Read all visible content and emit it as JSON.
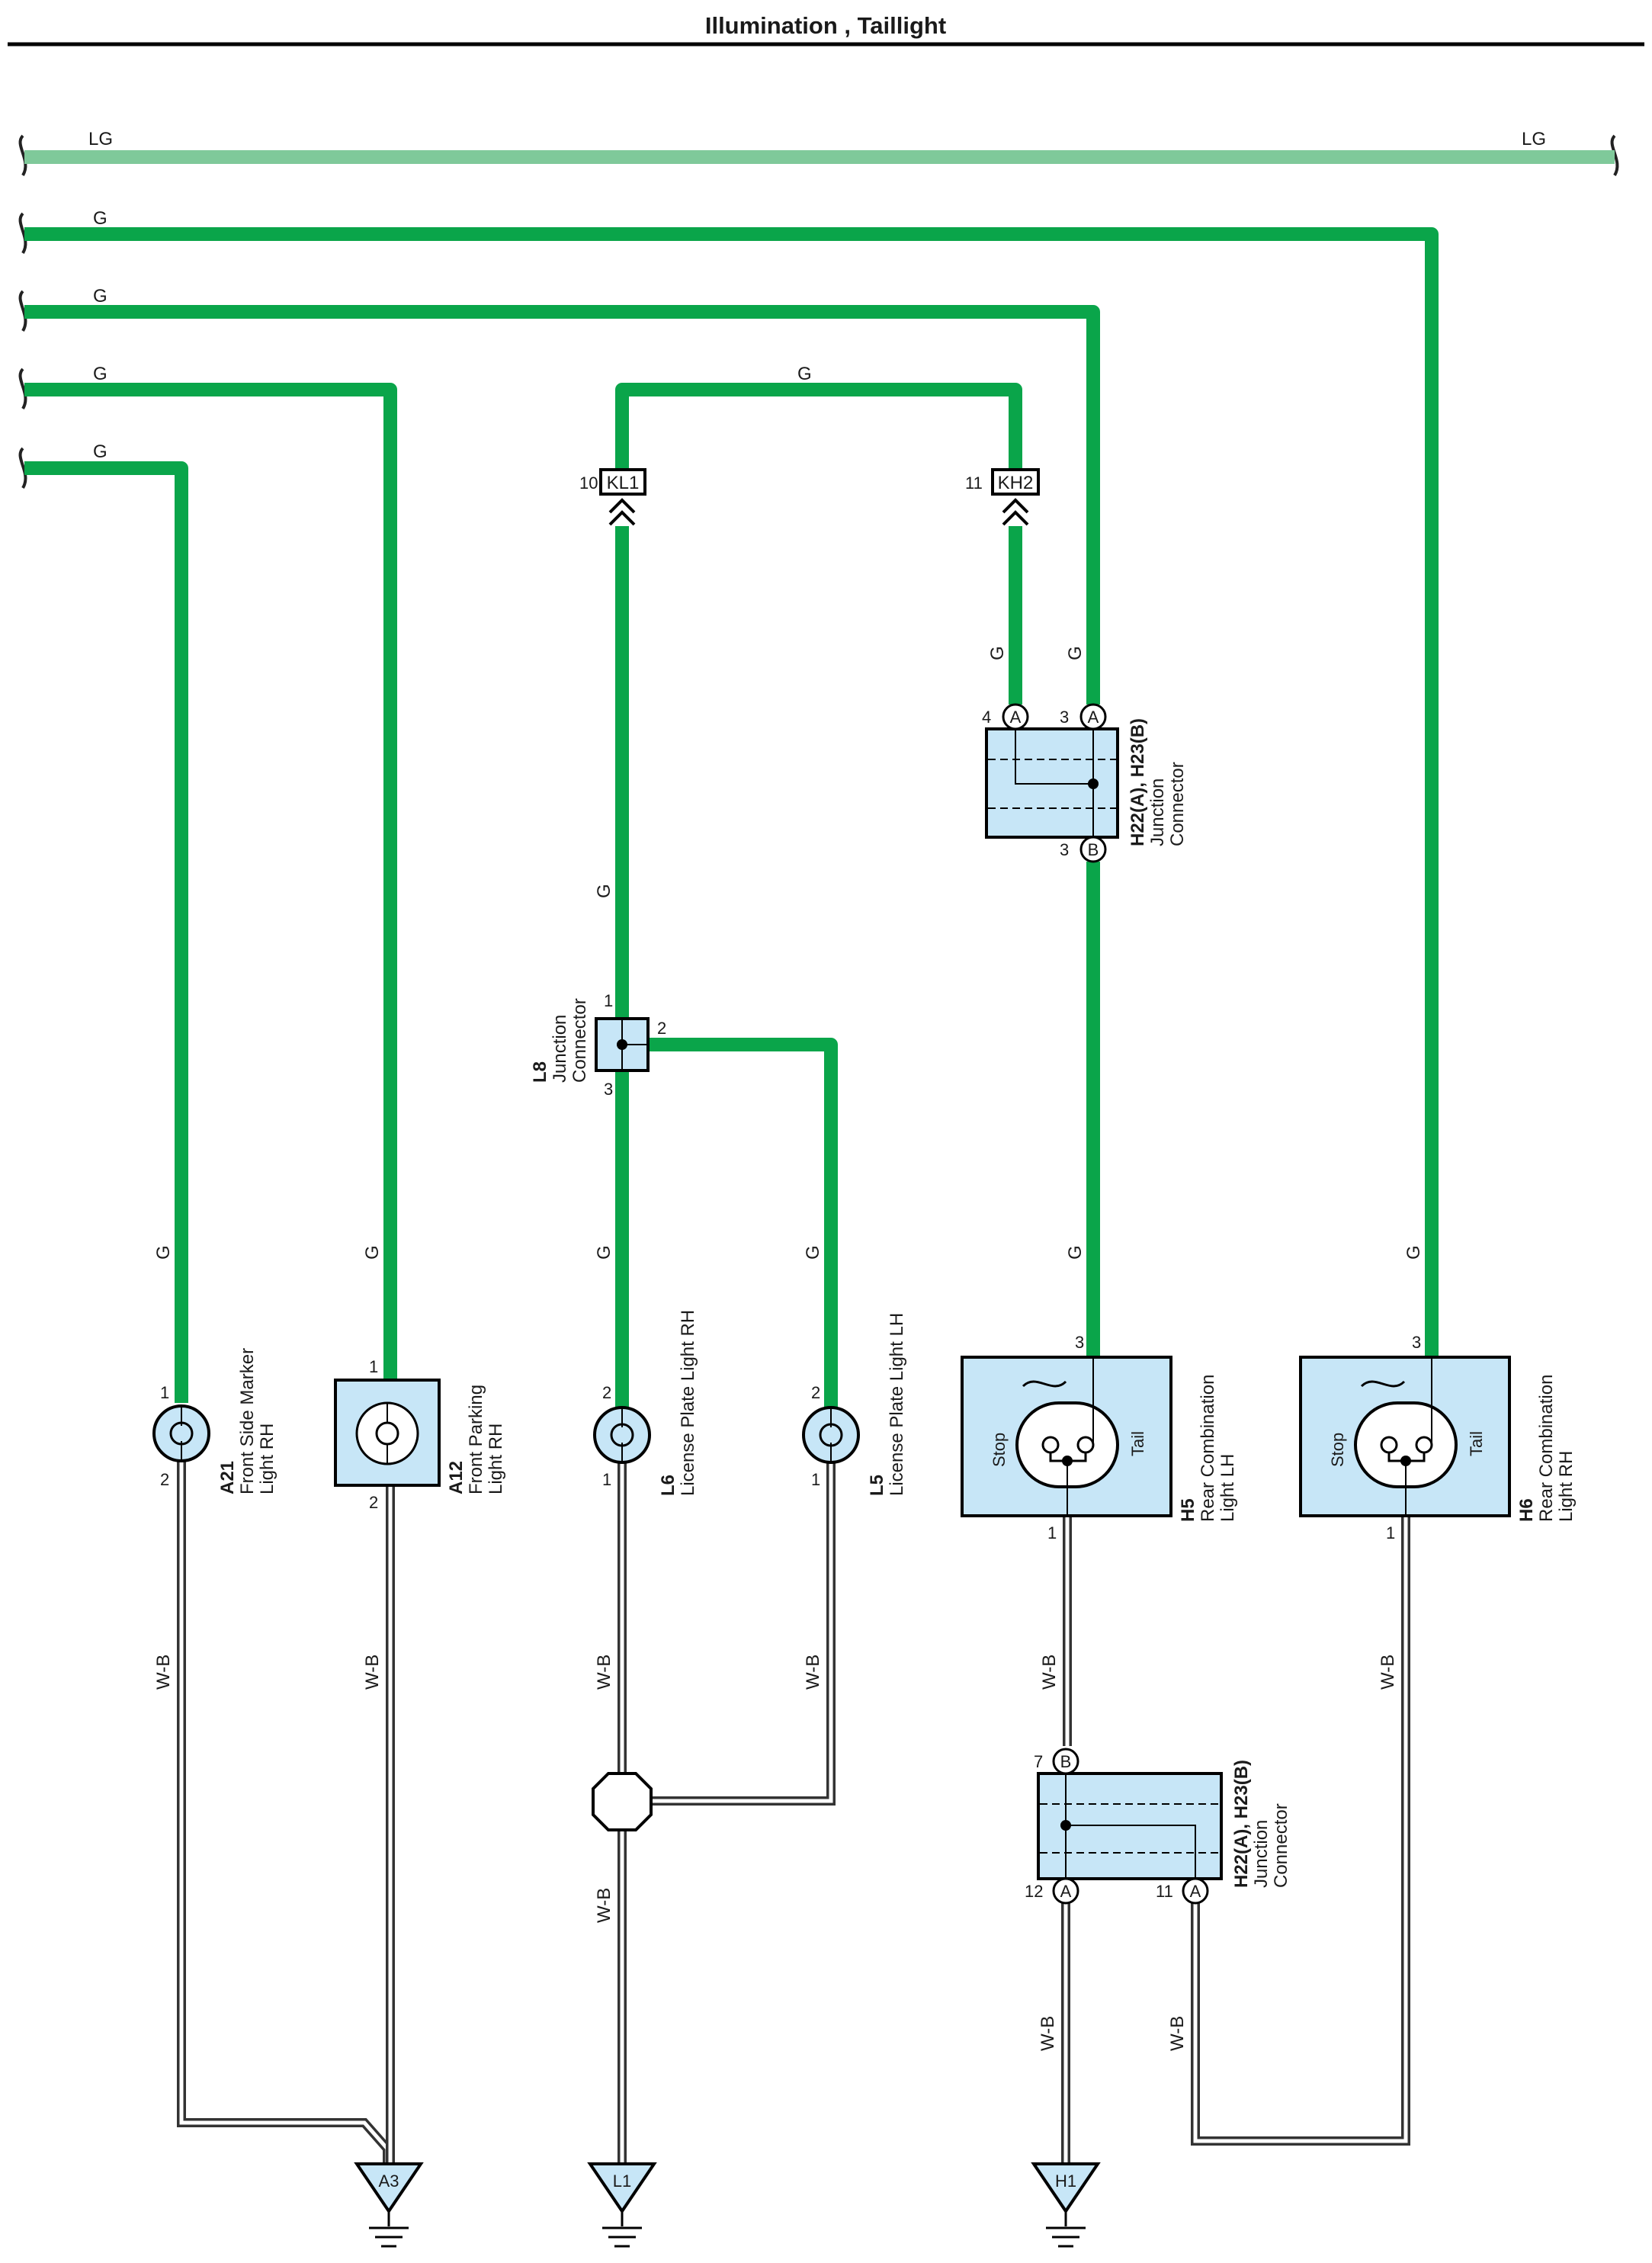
{
  "title": "Illumination , Taillight",
  "colors": {
    "g_wire": "#0aa54a",
    "lg_wire": "#7fc99a",
    "component_fill": "#c7e6f7",
    "wb_wire": "#333333"
  },
  "wire_labels": {
    "lg": "LG",
    "g": "G",
    "wb": "W-B"
  },
  "connectors": {
    "kl1": {
      "id": "KL1",
      "pin": "10"
    },
    "kh2": {
      "id": "KH2",
      "pin": "11"
    }
  },
  "junction_top": {
    "code": "H22(A), H23(B)",
    "line1": "Junction",
    "line2": "Connector",
    "pin_a4": "4",
    "pin_a3": "3",
    "pin_b3": "3",
    "letter_a": "A",
    "letter_b": "B"
  },
  "junction_bottom": {
    "code": "H22(A), H23(B)",
    "line1": "Junction",
    "line2": "Connector",
    "pin_b7": "7",
    "pin_a12": "12",
    "pin_a11": "11",
    "letter_a": "A",
    "letter_b": "B"
  },
  "l8": {
    "code": "L8",
    "line1": "Junction",
    "line2": "Connector",
    "pin1": "1",
    "pin2": "2",
    "pin3": "3"
  },
  "components": {
    "a21": {
      "code": "A21",
      "line1": "Front Side Marker",
      "line2": "Light RH",
      "pin_top": "1",
      "pin_bottom": "2"
    },
    "a12": {
      "code": "A12",
      "line1": "Front Parking",
      "line2": "Light RH",
      "pin_top": "1",
      "pin_bottom": "2"
    },
    "l6": {
      "code": "L6",
      "line1": "License Plate Light RH",
      "pin_top": "2",
      "pin_bottom": "1"
    },
    "l5": {
      "code": "L5",
      "line1": "License Plate Light LH",
      "pin_top": "2",
      "pin_bottom": "1"
    },
    "h5": {
      "code": "H5",
      "line1": "Rear Combination",
      "line2": "Light LH",
      "pin_top": "3",
      "pin_bottom": "1",
      "stop": "Stop",
      "tail": "Tail"
    },
    "h6": {
      "code": "H6",
      "line1": "Rear Combination",
      "line2": "Light RH",
      "pin_top": "3",
      "pin_bottom": "1",
      "stop": "Stop",
      "tail": "Tail"
    }
  },
  "grounds": {
    "a3": "A3",
    "l1": "L1",
    "h1": "H1"
  }
}
